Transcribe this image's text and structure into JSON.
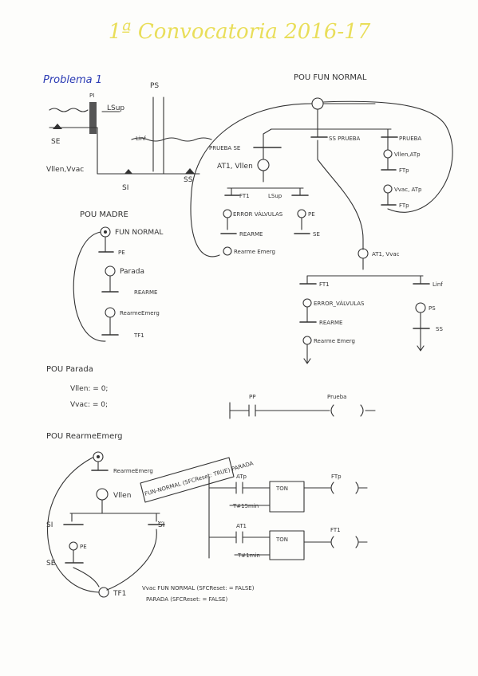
{
  "title": "1ª Convocatoria 2016-17",
  "problem_label": "Problema 1",
  "process": {
    "tank_labels": {
      "pi": "PI",
      "ps": "PS",
      "lsup": "LSup",
      "linf": "Linf",
      "se": "SE",
      "si": "SI",
      "ss": "SS",
      "valves": "Vllen,Vvac"
    }
  },
  "pou_fun_normal": {
    "title": "POU FUN NORMAL",
    "transitions": {
      "prueba_se": "PRUEBA SE",
      "ss_prueba": "SS PRUEBA",
      "prueba": "PRUEBA",
      "ft1": "FT1",
      "lsup": "LSup",
      "rearme": "REARME",
      "se": "SE",
      "ftp_a": "FTp",
      "ftp_b": "FTp",
      "ft1_b": "FT1",
      "linf": "Linf",
      "rearme_b": "REARME",
      "ss": "SS"
    },
    "steps": {
      "at1_vllen": "AT1, Vllen",
      "error_valvulas": "ERROR VÁLVULAS",
      "pe": "PE",
      "rearme_emerg": "Rearme Emerg",
      "vllen_atp": "Vllen,ATp",
      "vvac_atp": "Vvac, ATp",
      "at1_vvac": "AT1, Vvac",
      "error_valvulas_b": "ERROR_VÁLVULAS",
      "ps": "PS",
      "rearme_emerg_b": "Rearme Emerg"
    }
  },
  "pou_madre": {
    "title": "POU MADRE",
    "steps": {
      "fun_normal": "FUN NORMAL",
      "parada": "Parada",
      "rearme_emerg": "RearmeEmerg"
    },
    "transitions": {
      "pe": "PE",
      "rearme": "REARME",
      "tf1": "TF1"
    }
  },
  "pou_parada": {
    "title": "POU Parada",
    "lines": [
      "Vllen: = 0;",
      "Vvac: = 0;"
    ]
  },
  "ladder_prueba": {
    "contact": "PP",
    "coil": "Prueba"
  },
  "pou_rearme_emerg": {
    "title": "POU RearmeEmerg",
    "transition_top": "RearmeEmerg",
    "step_vllen": "Vllen",
    "note": "FUN-NORMAL (SFCReset: TRUE) PARADA",
    "transitions": {
      "si": "SI",
      "si_not": "SI",
      "se": "SE"
    },
    "step_pe": "PE",
    "final_step": "TF1",
    "final_actions": "Vvac FUN NORMAL (SFCReset: = FALSE)",
    "final_actions_2": "PARADA (SFCReset: = FALSE)"
  },
  "ladder_timers": [
    {
      "contact": "ATp",
      "block": "TON",
      "pt": "T#15min",
      "coil": "FTp"
    },
    {
      "contact": "AT1",
      "block": "TON",
      "pt": "T#1min",
      "coil": "FT1"
    }
  ]
}
